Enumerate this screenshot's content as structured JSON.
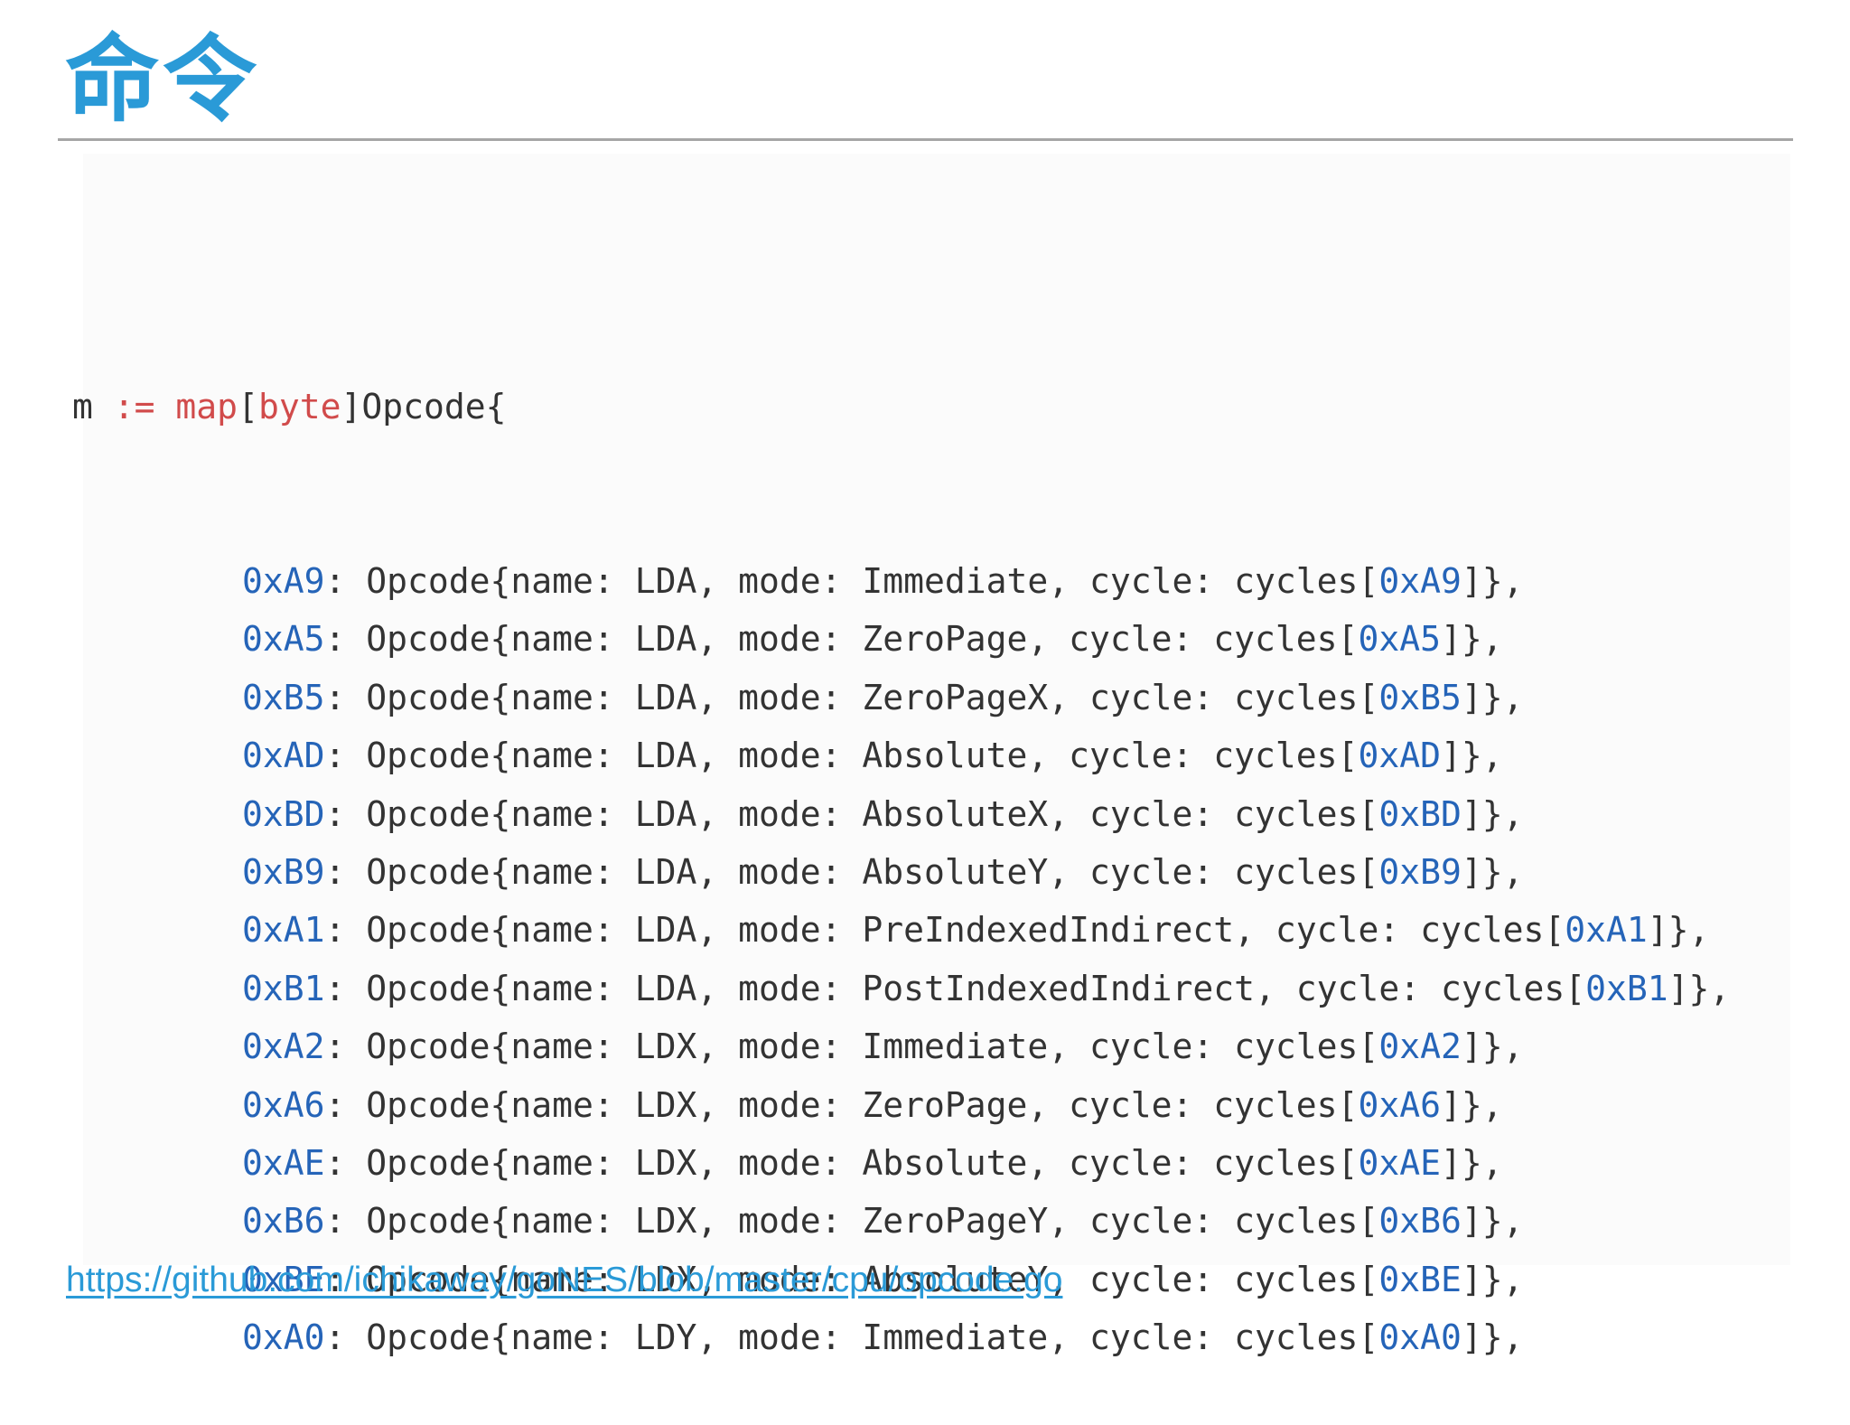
{
  "slide": {
    "title": "命令",
    "link": "https://github.com/ichikaway/goNES/blob/master/cpu/opcode.go"
  },
  "code": {
    "header": {
      "var": "m ",
      "op": ":=",
      "sp": " ",
      "kw": "map",
      "lb": "[",
      "type": "byte",
      "rest": "]Opcode{"
    },
    "lines": [
      {
        "key": "0xA9",
        "name": "LDA",
        "mode": "Immediate",
        "idx": "0xA9"
      },
      {
        "key": "0xA5",
        "name": "LDA",
        "mode": "ZeroPage",
        "idx": "0xA5"
      },
      {
        "key": "0xB5",
        "name": "LDA",
        "mode": "ZeroPageX",
        "idx": "0xB5"
      },
      {
        "key": "0xAD",
        "name": "LDA",
        "mode": "Absolute",
        "idx": "0xAD"
      },
      {
        "key": "0xBD",
        "name": "LDA",
        "mode": "AbsoluteX",
        "idx": "0xBD"
      },
      {
        "key": "0xB9",
        "name": "LDA",
        "mode": "AbsoluteY",
        "idx": "0xB9"
      },
      {
        "key": "0xA1",
        "name": "LDA",
        "mode": "PreIndexedIndirect",
        "idx": "0xA1"
      },
      {
        "key": "0xB1",
        "name": "LDA",
        "mode": "PostIndexedIndirect",
        "idx": "0xB1"
      },
      {
        "key": "0xA2",
        "name": "LDX",
        "mode": "Immediate",
        "idx": "0xA2"
      },
      {
        "key": "0xA6",
        "name": "LDX",
        "mode": "ZeroPage",
        "idx": "0xA6"
      },
      {
        "key": "0xAE",
        "name": "LDX",
        "mode": "Absolute",
        "idx": "0xAE"
      },
      {
        "key": "0xB6",
        "name": "LDX",
        "mode": "ZeroPageY",
        "idx": "0xB6"
      },
      {
        "key": "0xBE",
        "name": "LDX",
        "mode": "AbsoluteY",
        "idx": "0xBE"
      },
      {
        "key": "0xA0",
        "name": "LDY",
        "mode": "Immediate",
        "idx": "0xA0"
      }
    ]
  },
  "colors": {
    "title": "#2a9ad7",
    "rule": "#a6a6a6",
    "hex_literal": "#2564b8",
    "keyword": "#d14b4b",
    "code_text": "#333333",
    "link": "#2a9ad7"
  }
}
